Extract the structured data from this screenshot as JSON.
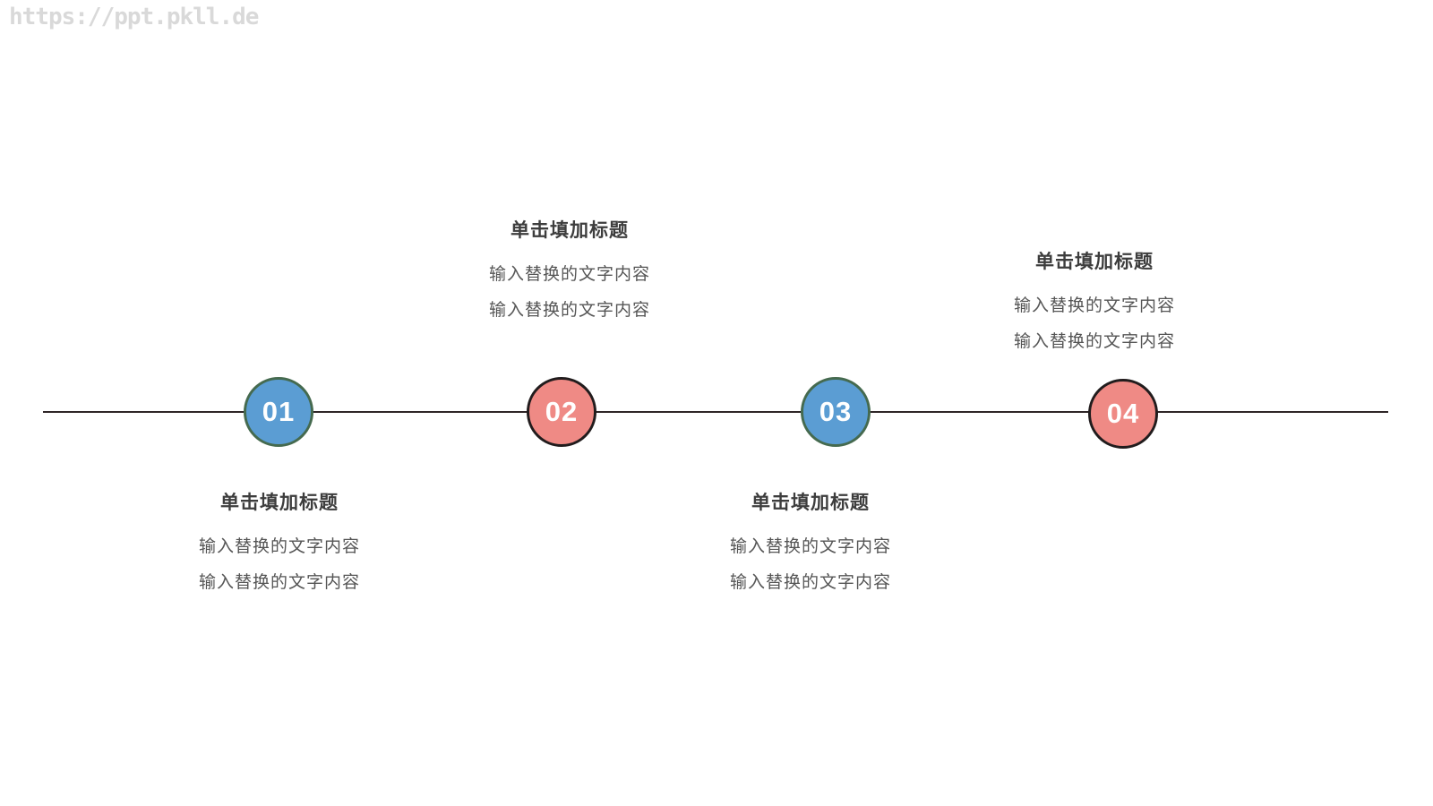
{
  "watermark": {
    "text": "https://ppt.pkll.de"
  },
  "colors": {
    "node_blue_fill": "#5b9dd3",
    "node_blue_border": "#456a4f",
    "node_red_fill": "#ef8a85",
    "node_red_border": "#211c1d",
    "axis_line": "#2e2527",
    "title_text": "#3d3d3d",
    "body_text": "#555555",
    "number_text": "#ffffff",
    "watermark_text": "#d9d9d9"
  },
  "timeline": {
    "items": [
      {
        "number": "01",
        "color": "blue",
        "label_position": "below",
        "title": "单击填加标题",
        "lines": [
          "输入替换的文字内容",
          "输入替换的文字内容"
        ]
      },
      {
        "number": "02",
        "color": "red",
        "label_position": "above",
        "title": "单击填加标题",
        "lines": [
          "输入替换的文字内容",
          "输入替换的文字内容"
        ]
      },
      {
        "number": "03",
        "color": "blue",
        "label_position": "below",
        "title": "单击填加标题",
        "lines": [
          "输入替换的文字内容",
          "输入替换的文字内容"
        ]
      },
      {
        "number": "04",
        "color": "red",
        "label_position": "above",
        "title": "单击填加标题",
        "lines": [
          "输入替换的文字内容",
          "输入替换的文字内容"
        ]
      }
    ]
  }
}
